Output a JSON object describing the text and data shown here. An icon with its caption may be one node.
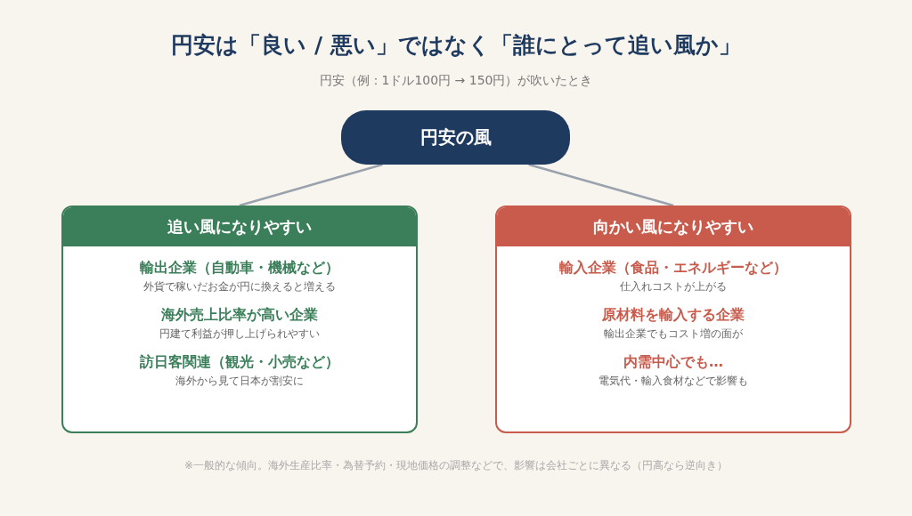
{
  "diagram": {
    "title": "円安は「良い / 悪い」ではなく「誰にとって追い風か」",
    "nodes": [
      {
        "text": [
          "円安の風"
        ]
      },
      {
        "text": [
          "追い風になりやすい",
          "輸出企業（自動車・機械など）",
          "外貨で稼いだお金が円に換えると増える",
          "海外売上比率が高い企業",
          "円建て利益が押し上げられやすい",
          "訪日客関連（観光・小売など）",
          "海外から見て日本が割安に"
        ]
      },
      {
        "text": [
          "向かい風になりやすい",
          "輸入企業（食品・エネルギーなど）",
          "仕入れコストが上がる",
          "原材料を輸入する企業",
          "輸出企業でもコスト増の面が",
          "内需中心でも…",
          "電気代・輸入食材などで影響も"
        ]
      }
    ],
    "edges": [
      {
        "from": 0,
        "to": 1,
        "arrow": "none"
      },
      {
        "from": 0,
        "to": 2,
        "arrow": "none"
      }
    ],
    "labels": [
      "円安（例：1ドル100円 → 150円）が吹いたとき",
      "※一般的な傾向。海外生産比率・為替予約・現地価格の調整などで、影響は会社ごとに異なる（円高なら逆向き）"
    ]
  }
}
